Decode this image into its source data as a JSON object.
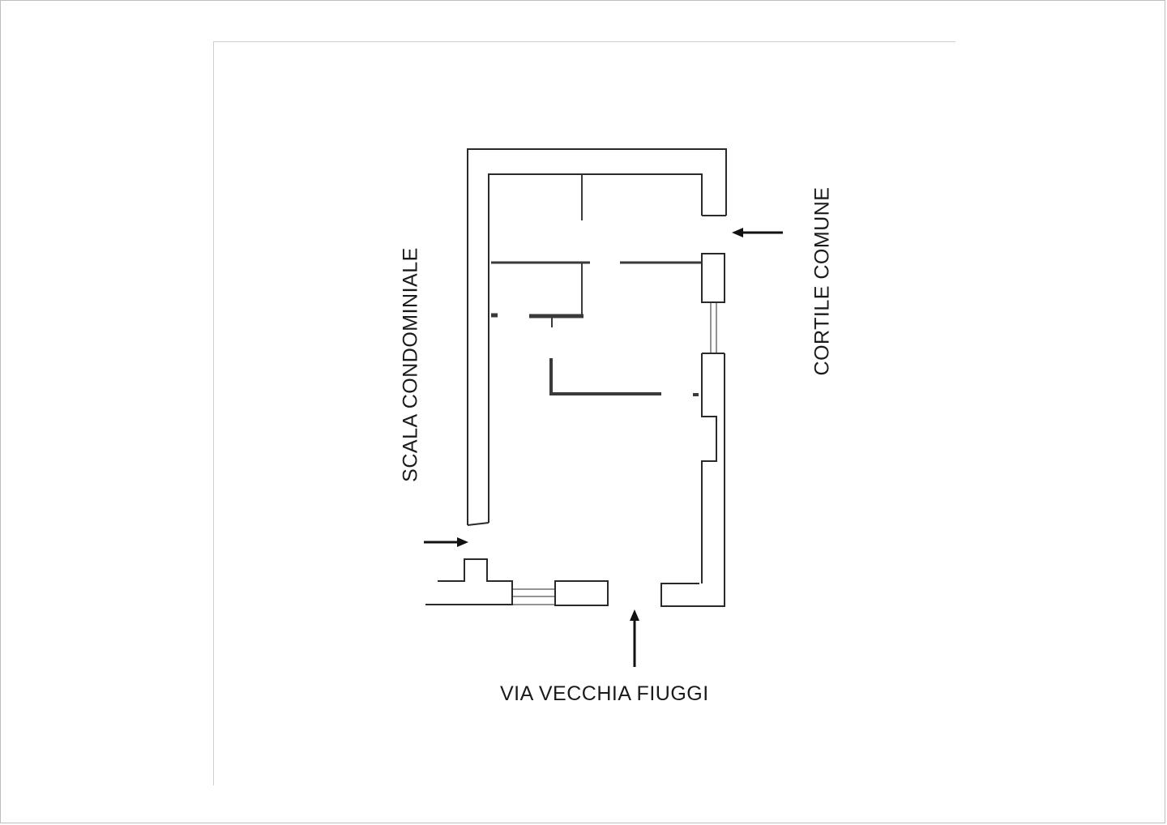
{
  "labels": {
    "bottom": "VIA VECCHIA FIUGGI",
    "left": "SCALA CONDOMINIALE",
    "right": "CORTILE COMUNE"
  },
  "colors": {
    "ink": "#1a1a1a",
    "wall_dark": "#3a3a3a",
    "background": "#ffffff"
  }
}
